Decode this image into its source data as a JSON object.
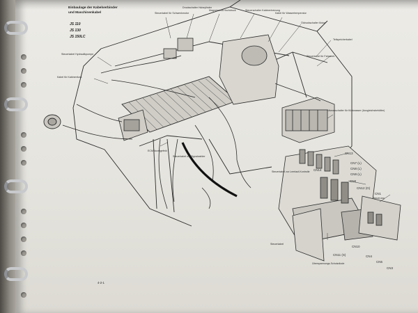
{
  "document": {
    "heading_line1": "Einbaulage der Kabelverbinder",
    "heading_line2": "und Maschinenkabel",
    "models": [
      "JS 110",
      "JS 130",
      "JS 150LC"
    ],
    "page_number": "4-2-1"
  },
  "callouts": [
    {
      "id": "c1",
      "text": "Steuerkabel für Schwenkmotor"
    },
    {
      "id": "c2",
      "text": "Druckschalter Hubzylinder"
    },
    {
      "id": "c3",
      "text": "Magnetventil Hochdruck"
    },
    {
      "id": "c4",
      "text": "Steuerschalter Kabinenheizung"
    },
    {
      "id": "c5",
      "text": "Kabel für Wassertemperatur"
    },
    {
      "id": "c6",
      "text": "Öldruckschalter Motor"
    },
    {
      "id": "c7",
      "text": "Teilspeicherkabel"
    },
    {
      "id": "c8",
      "text": "Steuerkabel Hydraulikpumpe"
    },
    {
      "id": "c9",
      "text": "Kabel für Kabinenfunk"
    },
    {
      "id": "c10",
      "text": "Steuerkabel für Fahrwerk"
    },
    {
      "id": "c11",
      "text": "ECM Anzeigefeld"
    },
    {
      "id": "c12",
      "text": "Steuerkabel mit Signalwahler"
    },
    {
      "id": "c13",
      "text": "Niveauschalter für Kühlwasser (Ausgleichsbehälter)"
    },
    {
      "id": "c14",
      "text": "Steuerkabel zur Leerlauf-Kontrolle"
    },
    {
      "id": "c15",
      "text": "Steuerung"
    },
    {
      "id": "c16",
      "text": "Steuerkabel"
    },
    {
      "id": "c17",
      "text": "Überspannungs-Schutzdiode"
    }
  ],
  "connectors": [
    {
      "id": "cn13",
      "text": "CN13"
    },
    {
      "id": "cn14",
      "text": "CN14"
    },
    {
      "id": "cn7",
      "text": "CN7 (L)"
    },
    {
      "id": "cn8l",
      "text": "CN8 (L)"
    },
    {
      "id": "cn9l",
      "text": "CN9 (L)"
    },
    {
      "id": "cn8",
      "text": "CN8"
    },
    {
      "id": "cn12",
      "text": "CN12 (G)"
    },
    {
      "id": "cn1",
      "text": "CN1"
    },
    {
      "id": "cn10",
      "text": "CN10"
    },
    {
      "id": "cn11",
      "text": "CN11 (S)"
    },
    {
      "id": "cn4",
      "text": "CN4"
    },
    {
      "id": "cn5",
      "text": "CN5"
    },
    {
      "id": "cn3",
      "text": "CN3"
    }
  ],
  "icons": [
    "binder-ring-icon",
    "punch-hole-icon"
  ],
  "colors": {
    "paper": "#e8e7e1",
    "ink": "#222222",
    "binder": "#8d8a83"
  }
}
